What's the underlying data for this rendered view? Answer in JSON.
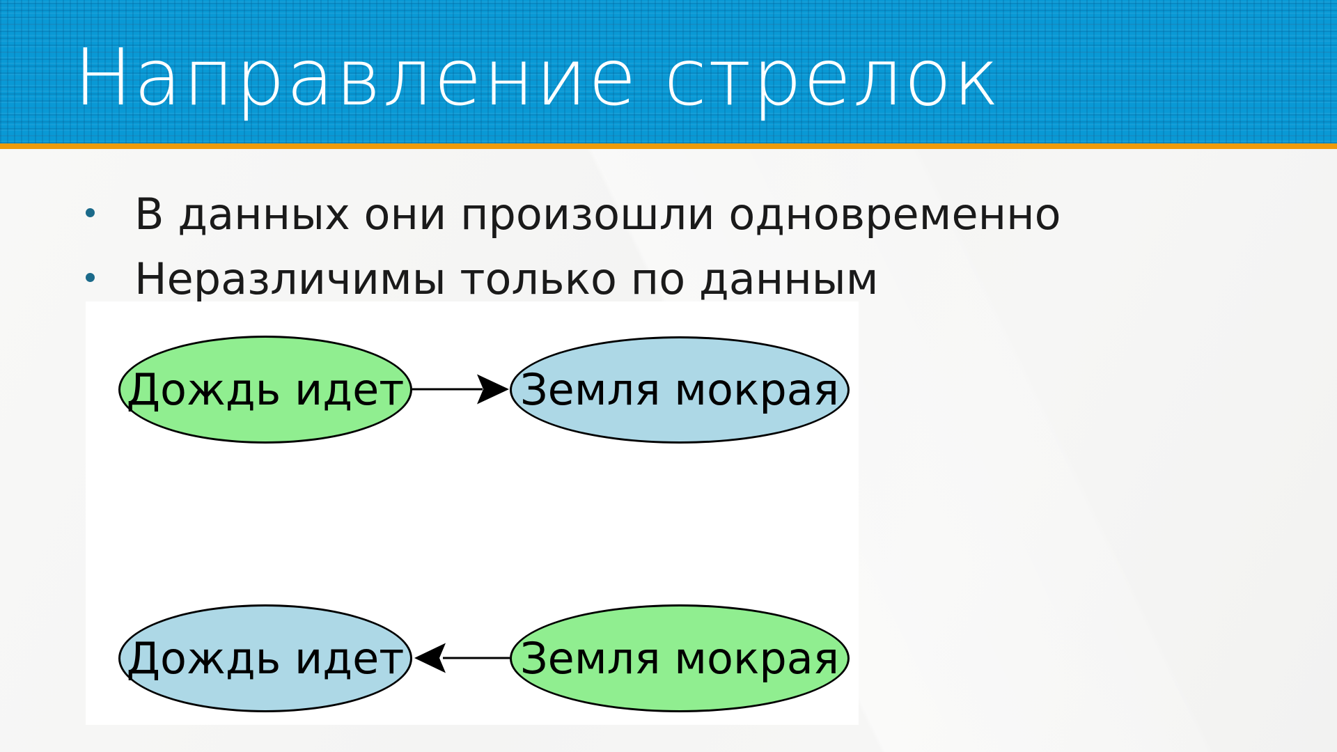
{
  "slide": {
    "title": "Направление стрелок",
    "bullets": [
      "В данных они произошли одновременно",
      "Неразличимы только по данным"
    ]
  },
  "diagram": {
    "type": "directed-graph",
    "background": "#FFFFFF",
    "nodes": [
      {
        "id": "rain_top",
        "label": "Дождь идет",
        "fill": "#90EE90",
        "row": "top"
      },
      {
        "id": "ground_top",
        "label": "Земля мокрая",
        "fill": "#ADD8E6",
        "row": "top"
      },
      {
        "id": "rain_bottom",
        "label": "Дождь идет",
        "fill": "#ADD8E6",
        "row": "bottom"
      },
      {
        "id": "ground_bottom",
        "label": "Земля мокрая",
        "fill": "#90EE90",
        "row": "bottom"
      }
    ],
    "edges": [
      {
        "from": "rain_top",
        "to": "ground_top",
        "direction": "right"
      },
      {
        "from": "ground_bottom",
        "to": "rain_bottom",
        "direction": "left"
      }
    ]
  },
  "colors": {
    "header_blue": "#0999D5",
    "accent_orange": "#EF9B0B",
    "body_background": "#F5F5F4",
    "bullet_dot": "#1B6A8A",
    "node_green": "#90EE90",
    "node_blue": "#ADD8E6",
    "edge_black": "#000000",
    "text_dark": "#1A1A1A",
    "title_white": "#FFFFFF"
  }
}
